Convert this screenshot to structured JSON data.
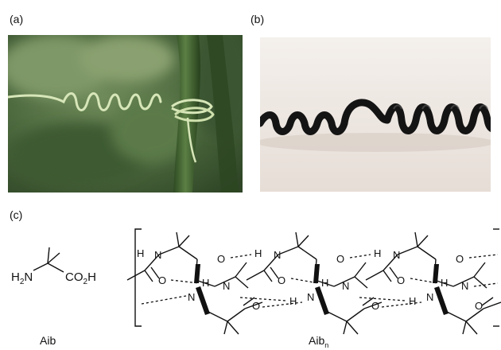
{
  "panels": {
    "a": "(a)",
    "b": "(b)",
    "c": "(c)"
  },
  "chem": {
    "aib_caption": "Aib",
    "aibn_caption": "Aib",
    "aibn_subscript": "n",
    "amine": "H",
    "amine_sub": "2",
    "amine_N": "N",
    "acid": "CO",
    "acid_sub": "2",
    "acid_H": "H",
    "atom_H": "H",
    "atom_N": "N",
    "atom_O": "O"
  },
  "colors": {
    "tendril": "#d7e6b8",
    "stem": "#3d5f2c",
    "cord": "#141414",
    "backdrop_b": "#efe9e4"
  }
}
